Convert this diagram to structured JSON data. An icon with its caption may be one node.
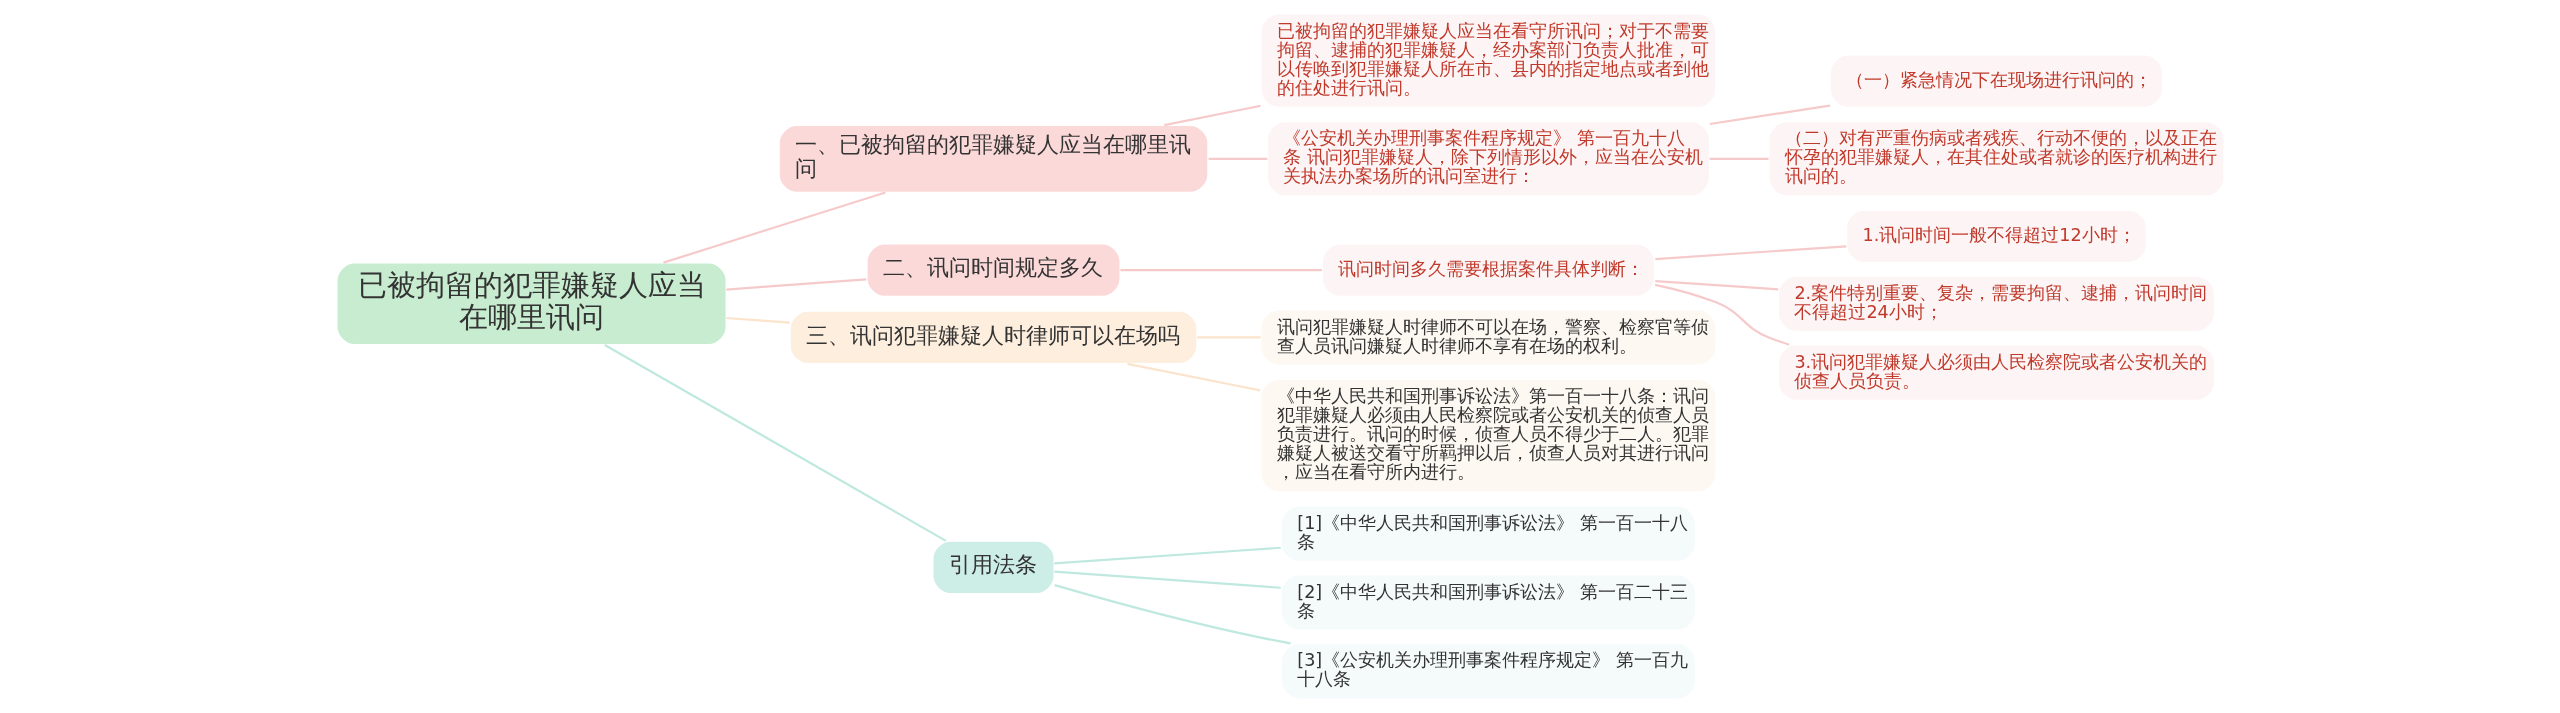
{
  "diagram": {
    "nodes": [
      {
        "text": [
          "已被拘留的犯罪嫌疑人应当在哪里讯问"
        ]
      },
      {
        "text": [
          "一、已被拘留的犯罪嫌疑人应当在哪里讯问"
        ]
      },
      {
        "text": [
          "已被拘留的犯罪嫌疑人应当在看守所讯问；对于不需要拘留、逮捕的犯罪嫌疑人，经办案部门负责人批准，可以传唤到犯罪嫌疑人所在市、县内的指定地点或者到他的住处进行讯问。"
        ]
      },
      {
        "text": [
          "《公安机关办理刑事案件程序规定》 第一百九十八条 讯问犯罪嫌疑人，除下列情形以外，应当在公安机关执法办案场所的讯问室进行："
        ]
      },
      {
        "text": [
          "（一）紧急情况下在现场进行讯问的；"
        ]
      },
      {
        "text": [
          "（二）对有严重伤病或者残疾、行动不便的，以及正在怀孕的犯罪嫌疑人，在其住处或者就诊的医疗机构进行讯问的。"
        ]
      },
      {
        "text": [
          "二、讯问时间规定多久"
        ]
      },
      {
        "text": [
          "讯问时间多久需要根据案件具体判断："
        ]
      },
      {
        "text": [
          "1.讯问时间一般不得超过12小时；"
        ]
      },
      {
        "text": [
          "2.案件特别重要、复杂，需要拘留、逮捕，讯问时间不得超过24小时；"
        ]
      },
      {
        "text": [
          "3.讯问犯罪嫌疑人必须由人民检察院或者公安机关的侦查人员负责。"
        ]
      },
      {
        "text": [
          "三、讯问犯罪嫌疑人时律师可以在场吗"
        ]
      },
      {
        "text": [
          "讯问犯罪嫌疑人时律师不可以在场，警察、检察官等侦查人员讯问嫌疑人时律师不享有在场的权利。"
        ]
      },
      {
        "text": [
          "《中华人民共和国刑事诉讼法》第一百一十八条：讯问犯罪嫌疑人必须由人民检察院或者公安机关的侦查人员负责进行。讯问的时候，侦查人员不得少于二人。犯罪嫌疑人被送交看守所羁押以后，侦查人员对其进行讯问，应当在看守所内进行。"
        ]
      },
      {
        "text": [
          "引用法条"
        ]
      },
      {
        "text": [
          "[1]《中华人民共和国刑事诉讼法》 第一百一十八条"
        ]
      },
      {
        "text": [
          "[2]《中华人民共和国刑事诉讼法》 第一百二十三条"
        ]
      },
      {
        "text": [
          "[3]《公安机关办理刑事案件程序规定》 第一百九十八条"
        ]
      }
    ],
    "edges": [
      {
        "from": 0,
        "to": 1,
        "arrow": "none"
      },
      {
        "from": 1,
        "to": 2,
        "arrow": "none"
      },
      {
        "from": 1,
        "to": 3,
        "arrow": "none"
      },
      {
        "from": 3,
        "to": 4,
        "arrow": "none"
      },
      {
        "from": 3,
        "to": 5,
        "arrow": "none"
      },
      {
        "from": 0,
        "to": 6,
        "arrow": "none"
      },
      {
        "from": 6,
        "to": 7,
        "arrow": "none"
      },
      {
        "from": 7,
        "to": 8,
        "arrow": "none"
      },
      {
        "from": 7,
        "to": 9,
        "arrow": "none"
      },
      {
        "from": 7,
        "to": 10,
        "arrow": "none"
      },
      {
        "from": 0,
        "to": 11,
        "arrow": "none",
        "color": "#fbe3cc"
      },
      {
        "from": 11,
        "to": 12,
        "arrow": "none",
        "color": "#fbe3cc"
      },
      {
        "from": 11,
        "to": 13,
        "arrow": "none",
        "color": "#fbe3cc"
      },
      {
        "from": 0,
        "to": 14,
        "arrow": "none",
        "color": "#bfe8df"
      },
      {
        "from": 14,
        "to": 15,
        "arrow": "none",
        "color": "#bfe8df"
      },
      {
        "from": 14,
        "to": 16,
        "arrow": "none",
        "color": "#bfe8df"
      },
      {
        "from": 14,
        "to": 17,
        "arrow": "none",
        "color": "#bfe8df"
      }
    ]
  }
}
